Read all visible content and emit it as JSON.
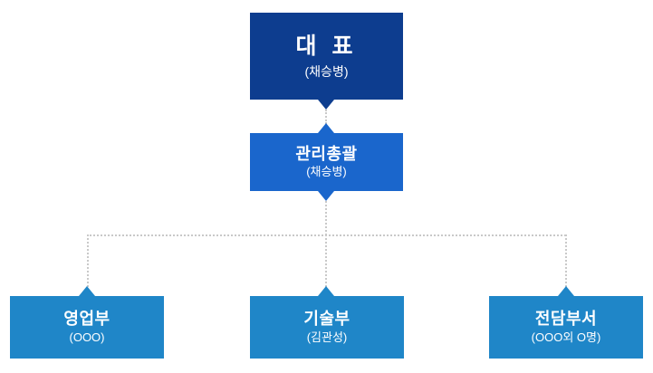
{
  "chart": {
    "type": "org-chart",
    "background": "#ffffff",
    "nodes": [
      {
        "id": "ceo",
        "level": 1,
        "title": "대 표",
        "person": "(채승병)",
        "color": "#0d3d8f"
      },
      {
        "id": "manager",
        "level": 2,
        "title": "관리총괄",
        "person": "(채승병)",
        "color": "#1a66cc"
      },
      {
        "id": "sales",
        "level": 3,
        "title": "영업부",
        "person": "(OOO)",
        "color": "#1f86c8"
      },
      {
        "id": "tech",
        "level": 3,
        "title": "기술부",
        "person": "(김관성)",
        "color": "#1f86c8"
      },
      {
        "id": "special",
        "level": 3,
        "title": "전담부서",
        "person": "(OOO외 O명)",
        "color": "#1f86c8"
      }
    ],
    "connectors": {
      "style": "dotted",
      "color": "#c9c9c9",
      "arrow_marker": "triangle",
      "edges": [
        {
          "from": "ceo",
          "to": "manager"
        },
        {
          "from": "manager",
          "to": "sales"
        },
        {
          "from": "manager",
          "to": "tech"
        },
        {
          "from": "manager",
          "to": "special"
        }
      ]
    }
  }
}
